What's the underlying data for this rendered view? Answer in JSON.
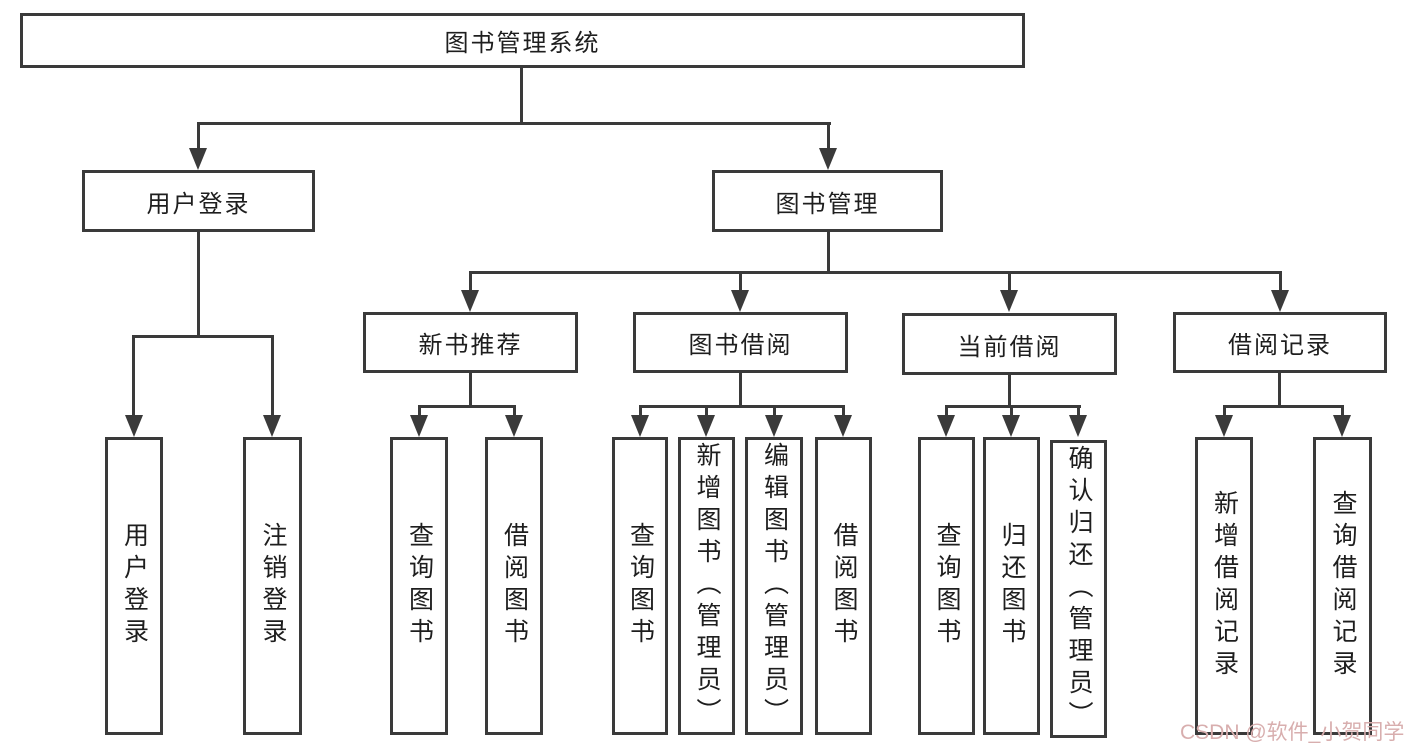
{
  "colors": {
    "line": "#3a3a3a",
    "text": "#1e1e1e",
    "watermark": "#d8aeae",
    "background": "#ffffff"
  },
  "nodes": {
    "root": "图书管理系统",
    "user_login": "用户登录",
    "book_mgmt": "图书管理",
    "new_book_rec": "新书推荐",
    "book_borrow": "图书借阅",
    "current_borrow": "当前借阅",
    "borrow_records": "借阅记录",
    "leaf_user_login": "用户登录",
    "leaf_logout": "注销登录",
    "leaf_nb_query": "查询图书",
    "leaf_nb_borrow": "借阅图书",
    "leaf_bb_query": "查询图书",
    "leaf_bb_add": "新增图书（管理员）",
    "leaf_bb_edit": "编辑图书（管理员）",
    "leaf_bb_borrow": "借阅图书",
    "leaf_cb_query": "查询图书",
    "leaf_cb_return": "归还图书",
    "leaf_cb_confirm": "确认归还（管理员）",
    "leaf_br_add": "新增借阅记录",
    "leaf_br_query": "查询借阅记录"
  },
  "tree": {
    "图书管理系统": {
      "用户登录": [
        "用户登录",
        "注销登录"
      ],
      "图书管理": {
        "新书推荐": [
          "查询图书",
          "借阅图书"
        ],
        "图书借阅": [
          "查询图书",
          "新增图书（管理员）",
          "编辑图书（管理员）",
          "借阅图书"
        ],
        "当前借阅": [
          "查询图书",
          "归还图书",
          "确认归还（管理员）"
        ],
        "借阅记录": [
          "新增借阅记录",
          "查询借阅记录"
        ]
      }
    }
  },
  "watermark": "CSDN @软件_小贺同学"
}
